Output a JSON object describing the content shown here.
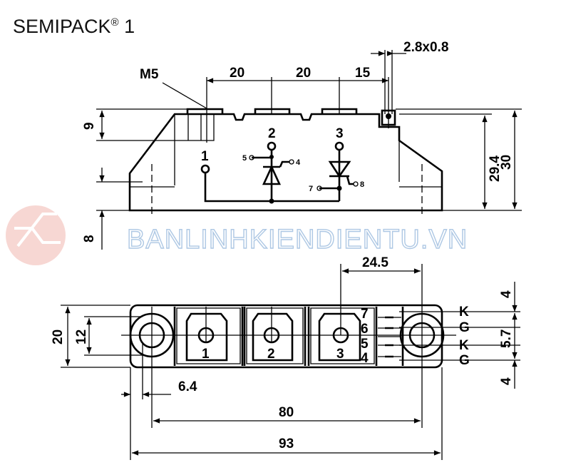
{
  "title": {
    "text": "SEMIPACK",
    "reg": "®",
    "suffix": " 1"
  },
  "watermark": {
    "text": "BANLINHKIENDIENTU.VN"
  },
  "side_view": {
    "dims": {
      "thread": "M5",
      "d20a": "20",
      "d20b": "20",
      "d15": "15",
      "pin": "2.8x0.8",
      "h9": "9",
      "h8": "8",
      "h29_4": "29.4",
      "h30": "30"
    },
    "terminals": {
      "t1": "1",
      "t2": "2",
      "t3": "3",
      "t4": "4",
      "t5": "5",
      "t7": "7",
      "t8": "8"
    }
  },
  "bottom_view": {
    "dims": {
      "d24_5": "24.5",
      "d20": "20",
      "d12": "12",
      "d6_4": "6.4",
      "d80": "80",
      "d93": "93",
      "d4a": "4",
      "d5_7": "5.7",
      "d4b": "4"
    },
    "terminals": [
      "1",
      "2",
      "3"
    ],
    "pins": [
      "7",
      "6",
      "5",
      "4"
    ],
    "pin_letters": [
      "K",
      "G",
      "K",
      "G"
    ]
  }
}
